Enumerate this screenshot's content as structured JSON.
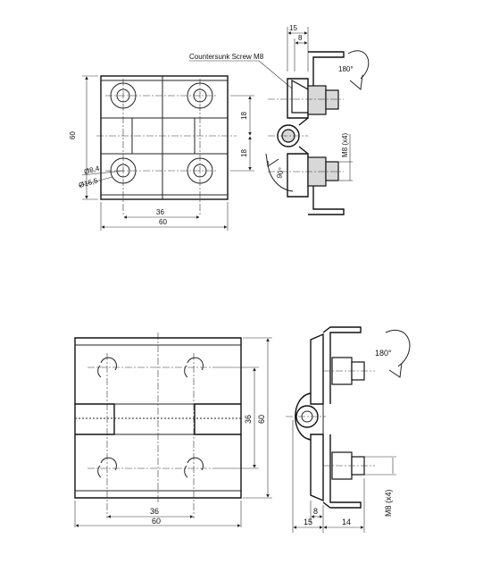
{
  "top": {
    "front": {
      "dim_height": "60",
      "dim_width": "60",
      "dim_hole_spacing": "36",
      "dim_d1": "Ø8,4",
      "dim_d2": "Ø16,5",
      "dim_half1": "18",
      "dim_half2": "18"
    },
    "side": {
      "dim_15": "15",
      "dim_8": "8",
      "label_screw": "Countersunk Screw M8",
      "label_thread": "M8 (x4)",
      "rot1": "180°",
      "rot2": "90°"
    }
  },
  "bottom": {
    "front": {
      "dim_height": "60",
      "dim_inner": "36",
      "dim_hole_spacing": "36",
      "dim_width": "60"
    },
    "side": {
      "rot": "180°",
      "label_thread": "M8 (x4)",
      "dim_15": "15",
      "dim_8": "8",
      "dim_14": "14"
    }
  }
}
